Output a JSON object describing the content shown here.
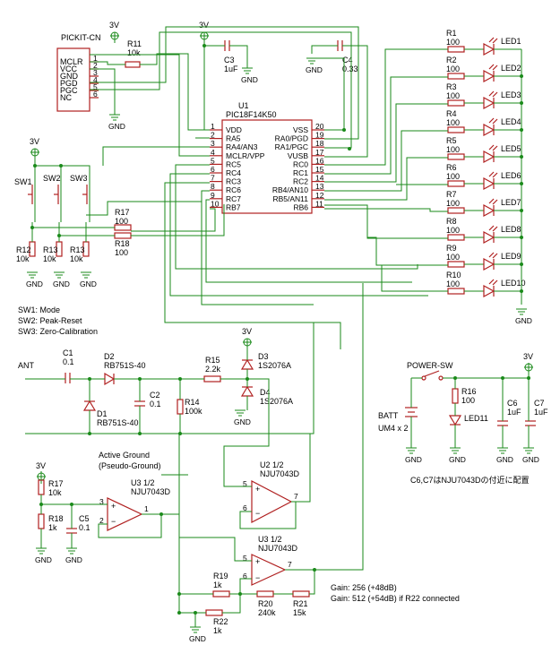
{
  "pickit": {
    "title": "PICKIT-CN",
    "pins": [
      "MCLR",
      "VCC",
      "GND",
      "PGD",
      "PGC",
      "NC"
    ],
    "nums": [
      "1",
      "2",
      "3",
      "4",
      "5",
      "6"
    ]
  },
  "ic": {
    "ref": "U1",
    "part": "PIC18F14K50",
    "left": [
      "VDD",
      "RA5",
      "RA4/AN3",
      "MCLR/VPP",
      "RC5",
      "RC4",
      "RC3",
      "RC6",
      "RC7",
      "RB7"
    ],
    "left_nums": [
      "1",
      "2",
      "3",
      "4",
      "5",
      "6",
      "7",
      "8",
      "9",
      "10"
    ],
    "right": [
      "VSS",
      "RA0/PGD",
      "RA1/PGC",
      "VUSB",
      "RC0",
      "RC1",
      "RC2",
      "RB4/AN10",
      "RB5/AN11",
      "RB6"
    ],
    "right_nums": [
      "20",
      "19",
      "18",
      "17",
      "16",
      "15",
      "14",
      "13",
      "12",
      "11"
    ]
  },
  "r11": {
    "ref": "R11",
    "val": "10k"
  },
  "c3": {
    "ref": "C3",
    "val": "1uF"
  },
  "c4": {
    "ref": "C4",
    "val": "0.33"
  },
  "supply": "3V",
  "gnd": "GND",
  "leds": [
    {
      "r": "R1",
      "v": "100",
      "led": "LED1"
    },
    {
      "r": "R2",
      "v": "100",
      "led": "LED2"
    },
    {
      "r": "R3",
      "v": "100",
      "led": "LED3"
    },
    {
      "r": "R4",
      "v": "100",
      "led": "LED4"
    },
    {
      "r": "R5",
      "v": "100",
      "led": "LED5"
    },
    {
      "r": "R6",
      "v": "100",
      "led": "LED6"
    },
    {
      "r": "R7",
      "v": "100",
      "led": "LED7"
    },
    {
      "r": "R8",
      "v": "100",
      "led": "LED8"
    },
    {
      "r": "R9",
      "v": "100",
      "led": "LED9"
    },
    {
      "r": "R10",
      "v": "100",
      "led": "LED10"
    }
  ],
  "switches": {
    "sw1": "SW1",
    "sw2": "SW2",
    "sw3": "SW3",
    "r12": "R12",
    "r12v": "10k",
    "r13a": "R13",
    "r13av": "10k",
    "r13b": "R13",
    "r13bv": "10k"
  },
  "r17top": {
    "ref": "R17",
    "val": "100"
  },
  "r18top": {
    "ref": "R18",
    "val": "100"
  },
  "legend": [
    "SW1: Mode",
    "SW2: Peak-Reset",
    "SW3: Zero-Calibration"
  ],
  "ant": "ANT",
  "c1": {
    "ref": "C1",
    "val": "0.1"
  },
  "d2": {
    "ref": "D2",
    "val": "RB751S-40"
  },
  "d1": {
    "ref": "D1",
    "val": "RB751S-40"
  },
  "c2": {
    "ref": "C2",
    "val": "0.1"
  },
  "r14": {
    "ref": "R14",
    "val": "100k"
  },
  "r15": {
    "ref": "R15",
    "val": "2.2k"
  },
  "d3": {
    "ref": "D3",
    "val": "1S2076A"
  },
  "d4": {
    "ref": "D4",
    "val": "1S2076A"
  },
  "power": {
    "sw": "POWER-SW",
    "batt": "BATT",
    "batt_val": "UM4 x 2",
    "r16": "R16",
    "r16v": "100",
    "led11": "LED11",
    "c6": "C6",
    "c6v": "1uF",
    "c7": "C7",
    "c7v": "1uF"
  },
  "note": "C6,C7はNJU7043Dの付近に配置",
  "active_ground": [
    "Active Ground",
    "(Pseudo-Ground)"
  ],
  "r17b": {
    "ref": "R17",
    "val": "10k"
  },
  "r18b": {
    "ref": "R18",
    "val": "1k"
  },
  "c5": {
    "ref": "C5",
    "val": "0.1"
  },
  "u3a": {
    "ref": "U3 1/2",
    "part": "NJU7043D"
  },
  "u2": {
    "ref": "U2 1/2",
    "part": "NJU7043D"
  },
  "u3b": {
    "ref": "U3 1/2",
    "part": "NJU7043D"
  },
  "r19": {
    "ref": "R19",
    "val": "1k"
  },
  "r20": {
    "ref": "R20",
    "val": "240k"
  },
  "r21": {
    "ref": "R21",
    "val": "15k"
  },
  "r22": {
    "ref": "R22",
    "val": "1k"
  },
  "gain": [
    "Gain: 256 (+48dB)",
    "Gain: 512 (+54dB) if R22 connected"
  ],
  "opamp_pins": {
    "u3a": [
      "3",
      "2",
      "1"
    ],
    "u2": [
      "5",
      "6",
      "7"
    ],
    "u3b": [
      "5",
      "6",
      "7"
    ]
  }
}
